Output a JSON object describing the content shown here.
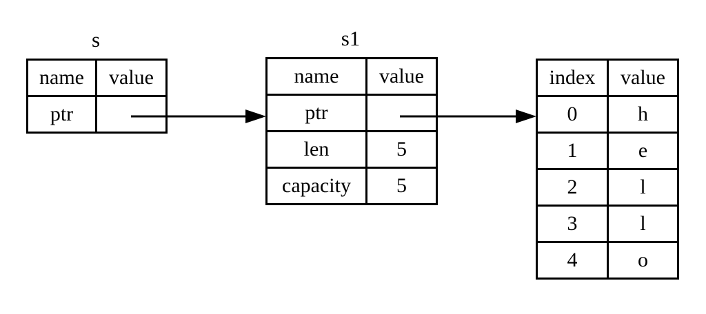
{
  "colors": {
    "background": "#ffffff",
    "line": "#000000",
    "text": "#000000"
  },
  "tables": {
    "s": {
      "title": "s",
      "headers": {
        "name": "name",
        "value": "value"
      },
      "rows": [
        {
          "name": "ptr",
          "value": ""
        }
      ]
    },
    "s1": {
      "title": "s1",
      "headers": {
        "name": "name",
        "value": "value"
      },
      "rows": [
        {
          "name": "ptr",
          "value": ""
        },
        {
          "name": "len",
          "value": "5"
        },
        {
          "name": "capacity",
          "value": "5"
        }
      ]
    },
    "heap": {
      "headers": {
        "name": "index",
        "value": "value"
      },
      "rows": [
        {
          "name": "0",
          "value": "h"
        },
        {
          "name": "1",
          "value": "e"
        },
        {
          "name": "2",
          "value": "l"
        },
        {
          "name": "3",
          "value": "l"
        },
        {
          "name": "4",
          "value": "o"
        }
      ]
    }
  },
  "arrows": [
    {
      "name": "s-ptr-to-s1-arrow",
      "from": "s.ptr",
      "to": "s1"
    },
    {
      "name": "s1-ptr-to-heap-arrow",
      "from": "s1.ptr",
      "to": "heap.row0"
    }
  ]
}
